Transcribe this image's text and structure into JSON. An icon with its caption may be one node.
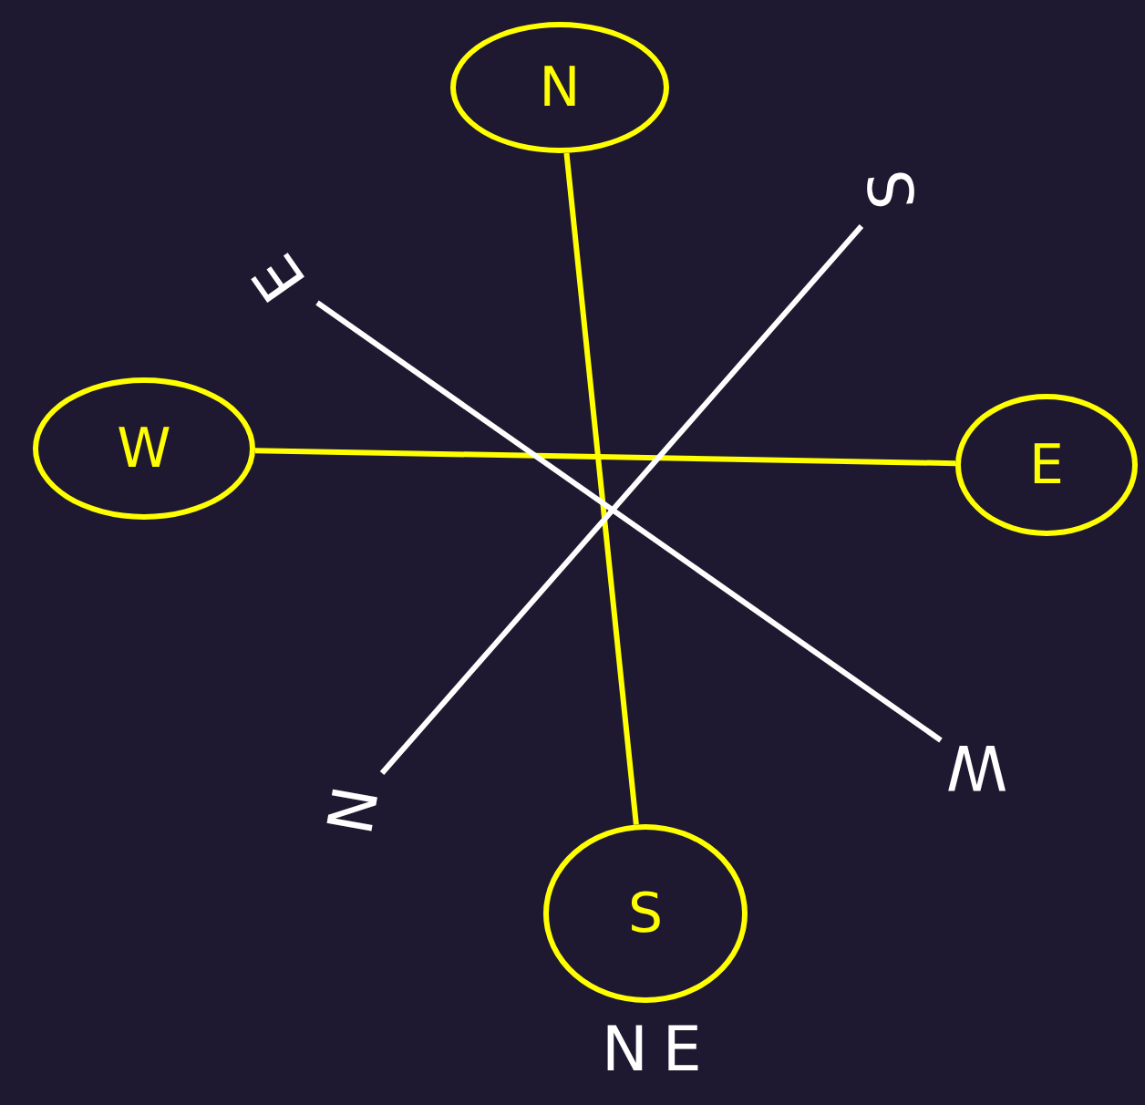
{
  "diagram": {
    "nodes": [
      {
        "text": [
          "N"
        ]
      },
      {
        "text": [
          "W"
        ]
      },
      {
        "text": [
          "E"
        ]
      },
      {
        "text": [
          "S"
        ]
      },
      {
        "text": [
          "E"
        ]
      },
      {
        "text": [
          "S"
        ]
      },
      {
        "text": [
          "N"
        ]
      },
      {
        "text": [
          "W"
        ]
      }
    ],
    "edges": [
      {
        "from": 0,
        "to": 3,
        "arrow": "none",
        "color": "#ffff00"
      },
      {
        "from": 1,
        "to": 2,
        "arrow": "none",
        "color": "#ffff00"
      },
      {
        "from": 4,
        "to": 7,
        "arrow": "none",
        "color": "#ffffff"
      },
      {
        "from": 6,
        "to": 5,
        "arrow": "none",
        "color": "#ffffff"
      }
    ],
    "labels": [
      "NE"
    ]
  }
}
